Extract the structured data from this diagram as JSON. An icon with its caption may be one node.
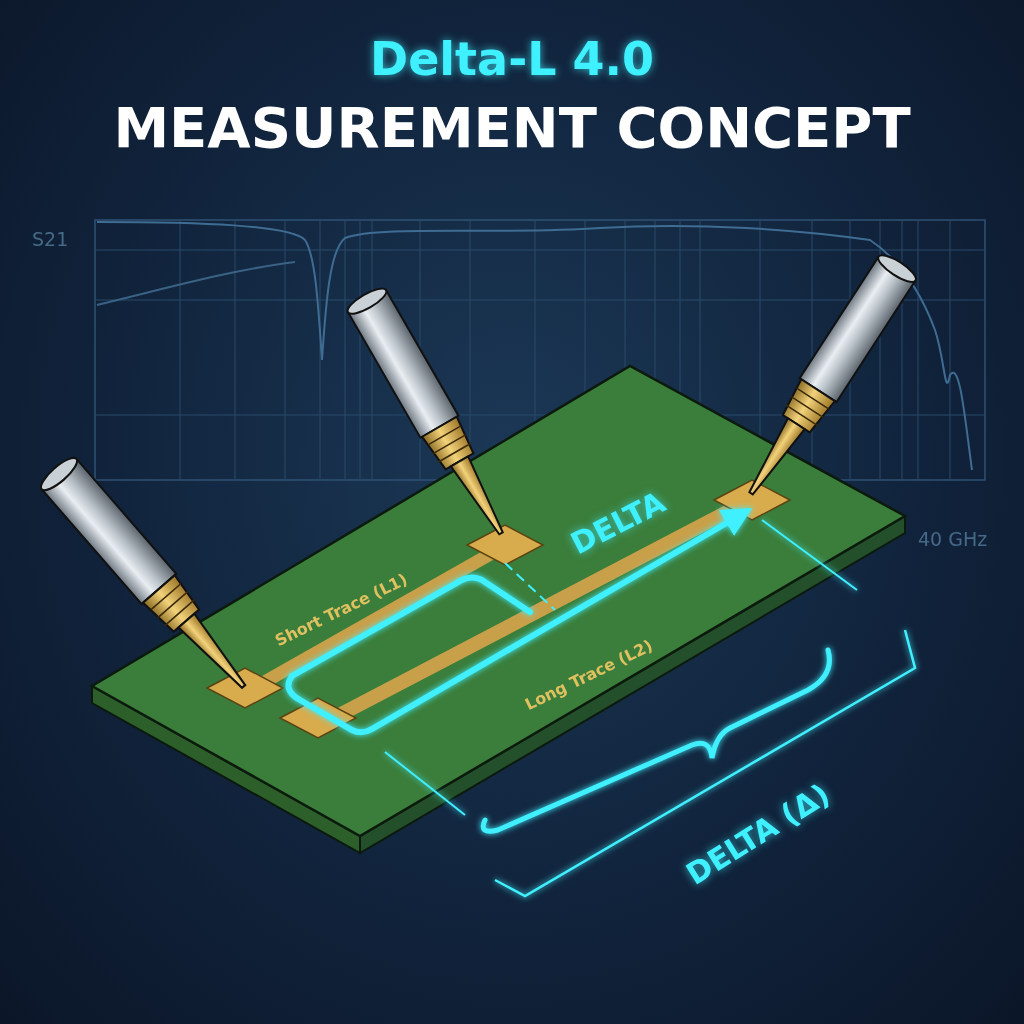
{
  "diagram": {
    "title": "Delta-L 4.0",
    "labels": [
      "MEASUREMENT CONCEPT",
      "S21",
      "40 GHz",
      "Short Trace (L1)",
      "Long Trace (L2)",
      "DELTA",
      "DELTA (Δ)"
    ]
  }
}
